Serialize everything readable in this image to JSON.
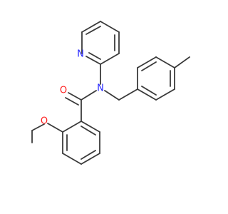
{
  "molecule": {
    "atoms": [
      {
        "id": "n_pyridine",
        "symbol": "N",
        "color": "#2525ff"
      },
      {
        "id": "n_amide",
        "symbol": "N",
        "color": "#2525ff"
      },
      {
        "id": "o_carbonyl",
        "symbol": "O",
        "color": "#ff2020"
      },
      {
        "id": "o_ether",
        "symbol": "O",
        "color": "#ff2020"
      }
    ],
    "bond_color": "#3a3a3a",
    "background": "#ffffff"
  }
}
